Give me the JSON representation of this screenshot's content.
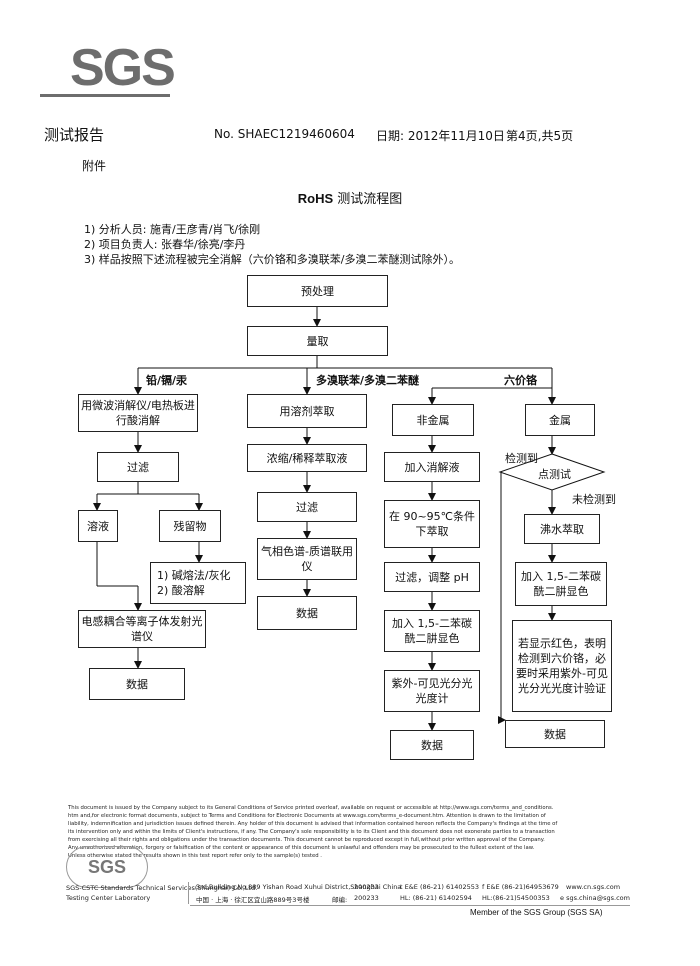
{
  "brand": {
    "logo_text": "SGS",
    "color": "#6d6d6d"
  },
  "header": {
    "report_title": "测试报告",
    "report_no": "No. SHAEC1219460604",
    "date": "日期: 2012年11月10日",
    "page": "第4页,共5页"
  },
  "appendix": "附件",
  "chart_title": {
    "bold": "RoHS",
    "rest": " 测试流程图"
  },
  "info": [
    "1)  分析人员:    施青/王彦青/肖飞/徐刚",
    "2)  项目负责人:  张春华/徐亮/李丹",
    "3)  样品按照下述流程被完全消解（六价铬和多溴联苯/多溴二苯醚测试除外）。"
  ],
  "flow": {
    "pretreat": "预处理",
    "weigh": "量取",
    "branch_pb": "铅/镉/汞",
    "branch_pbb": "多溴联苯/多溴二苯醚",
    "branch_cr": "六价铬",
    "col1": {
      "digest": "用微波消解仪/电热板进行酸消解",
      "filter": "过滤",
      "solution": "溶液",
      "residue": "残留物",
      "residue_methods": [
        "1)  碱熔法/灰化",
        "2)  酸溶解"
      ],
      "icp": "电感耦合等离子体发射光谱仪",
      "data": "数据"
    },
    "col2": {
      "extract": "用溶剂萃取",
      "concentrate": "浓缩/稀释萃取液",
      "filter": "过滤",
      "gcms": "气相色谱-质谱联用仪",
      "data": "数据"
    },
    "col3": {
      "nonmetal": "非金属",
      "add_digest": "加入消解液",
      "heat": "在 90~95℃条件下萃取",
      "filter_ph": "过滤，调整 pH",
      "add_dpc": "加入 1,5-二苯碳酰二肼显色",
      "uv": "紫外-可见光分光光度计",
      "data": "数据"
    },
    "col4": {
      "metal": "金属",
      "spot": "点测试",
      "detected": "检测到",
      "not_detected": "未检测到",
      "boil": "沸水萃取",
      "add_dpc": "加入 1,5-二苯碳酰二肼显色",
      "note": "若显示红色，表明检测到六价铬，必要时采用紫外-可见光分光光度计验证",
      "data": "数据"
    }
  },
  "footer": {
    "disclaimer": [
      "This document is issued by the Company subject to its General Conditions of Service printed overleaf, available on request or accessible at http://www.sgs.com/terms_and_conditions.",
      "htm and,for electronic format documents, subject to Terms and Conditions for Electronic Documents at www.sgs.com/terms_e-document.htm. Attention is drawn to the limitation of",
      "liability, indemnification and jurisdiction issues defined therein. Any holder of this document is advised that information contained hereon reflects the Company's findings at the time of",
      "its intervention only and within the limits of Client's instructions, if any. The Company's sole responsibility is to its Client and this document does not exonerate parties to a transaction",
      "from exercising all their rights and obligations under the transaction documents. This document cannot be reproduced except in full,without prior written approval of the Company.",
      "Any unauthorized alteration, forgery or falsification of the content or appearance of this document is unlawful and offenders may be prosecuted to the fullest extent of the law.",
      "Unless otherwise stated the results shown in this test report refer only to the sample(s) tested ."
    ],
    "seal_text": "SGS",
    "company_en": "SGS-CSTC Standards Technical Services(Shanghai) Co.,Ltd.",
    "company_en2": "Testing Center Laboratory",
    "addr_en": "3rd Building,No.889 Yishan Road Xuhui District,Shanghai China",
    "postcode_en": "200233",
    "addr_cn": "中国 · 上海 · 徐汇区宜山路889号3号楼",
    "postcode_label": "邮编:",
    "postcode_cn": "200233",
    "tel1": "t E&E (86-21) 61402553",
    "fax1": "f E&E (86-21)64953679",
    "tel2": "HL: (86-21) 61402594",
    "fax2": "HL:(86-21)54500353",
    "web": "www.cn.sgs.com",
    "email": "e  sgs.china@sgs.com",
    "member": "Member of the SGS Group (SGS SA)"
  }
}
